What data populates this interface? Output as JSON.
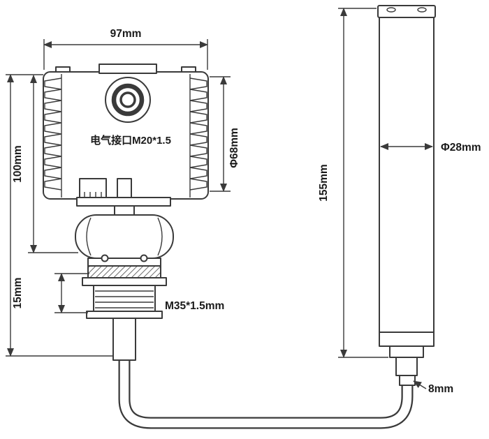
{
  "labels": {
    "top_width": "97mm",
    "left_height": "100mm",
    "flange_height": "15mm",
    "housing_diameter": "Φ68mm",
    "probe_length": "155mm",
    "probe_diameter": "Φ28mm",
    "cable_diameter": "8mm",
    "thread_spec": "M35*1.5mm",
    "electrical_port": "电气接口M20*1.5"
  },
  "colors": {
    "line": "#3a3a3a",
    "text": "#1a1a1a",
    "background": "#ffffff"
  }
}
